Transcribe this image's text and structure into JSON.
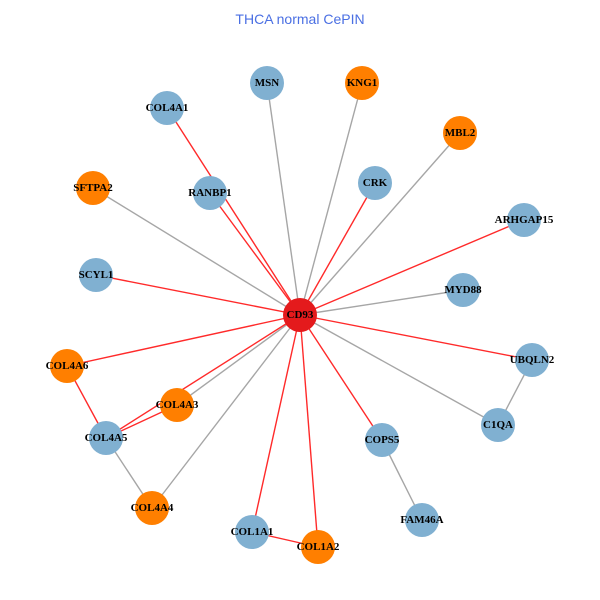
{
  "title": "THCA normal CePIN",
  "colors": {
    "hub": "#e41a1c",
    "blue": "#80b0d1",
    "orange": "#ff7f00",
    "edge_red": "#ff2a2a",
    "edge_gray": "#a6a6a6"
  },
  "nodes": [
    {
      "id": "CD93",
      "group": "hub"
    },
    {
      "id": "MSN",
      "group": "blue"
    },
    {
      "id": "KNG1",
      "group": "orange"
    },
    {
      "id": "COL4A1",
      "group": "blue"
    },
    {
      "id": "MBL2",
      "group": "orange"
    },
    {
      "id": "SFTPA2",
      "group": "orange"
    },
    {
      "id": "RANBP1",
      "group": "blue"
    },
    {
      "id": "CRK",
      "group": "blue"
    },
    {
      "id": "ARHGAP15",
      "group": "blue"
    },
    {
      "id": "SCYL1",
      "group": "blue"
    },
    {
      "id": "MYD88",
      "group": "blue"
    },
    {
      "id": "COL4A6",
      "group": "orange"
    },
    {
      "id": "UBQLN2",
      "group": "blue"
    },
    {
      "id": "COL4A3",
      "group": "orange"
    },
    {
      "id": "COL4A5",
      "group": "blue"
    },
    {
      "id": "C1QA",
      "group": "blue"
    },
    {
      "id": "COPS5",
      "group": "blue"
    },
    {
      "id": "COL4A4",
      "group": "orange"
    },
    {
      "id": "FAM46A",
      "group": "blue"
    },
    {
      "id": "COL1A1",
      "group": "blue"
    },
    {
      "id": "COL1A2",
      "group": "orange"
    }
  ],
  "edges": [
    {
      "source": "CD93",
      "target": "MSN",
      "type": "gray"
    },
    {
      "source": "CD93",
      "target": "KNG1",
      "type": "gray"
    },
    {
      "source": "CD93",
      "target": "COL4A1",
      "type": "red"
    },
    {
      "source": "CD93",
      "target": "MBL2",
      "type": "gray"
    },
    {
      "source": "CD93",
      "target": "SFTPA2",
      "type": "gray"
    },
    {
      "source": "CD93",
      "target": "RANBP1",
      "type": "red"
    },
    {
      "source": "CD93",
      "target": "CRK",
      "type": "red"
    },
    {
      "source": "CD93",
      "target": "ARHGAP15",
      "type": "red"
    },
    {
      "source": "CD93",
      "target": "SCYL1",
      "type": "red"
    },
    {
      "source": "CD93",
      "target": "MYD88",
      "type": "gray"
    },
    {
      "source": "CD93",
      "target": "COL4A6",
      "type": "red"
    },
    {
      "source": "CD93",
      "target": "UBQLN2",
      "type": "red"
    },
    {
      "source": "CD93",
      "target": "COL4A3",
      "type": "gray"
    },
    {
      "source": "CD93",
      "target": "COL4A5",
      "type": "red"
    },
    {
      "source": "CD93",
      "target": "C1QA",
      "type": "gray"
    },
    {
      "source": "CD93",
      "target": "COPS5",
      "type": "red"
    },
    {
      "source": "CD93",
      "target": "COL4A4",
      "type": "gray"
    },
    {
      "source": "CD93",
      "target": "COL1A1",
      "type": "red"
    },
    {
      "source": "CD93",
      "target": "COL1A2",
      "type": "red"
    },
    {
      "source": "COL4A3",
      "target": "COL4A5",
      "type": "red"
    },
    {
      "source": "COL4A6",
      "target": "COL4A5",
      "type": "red"
    },
    {
      "source": "COL4A5",
      "target": "COL4A4",
      "type": "gray"
    },
    {
      "source": "COL1A1",
      "target": "COL1A2",
      "type": "red"
    },
    {
      "source": "COPS5",
      "target": "FAM46A",
      "type": "gray"
    },
    {
      "source": "UBQLN2",
      "target": "C1QA",
      "type": "gray"
    }
  ]
}
